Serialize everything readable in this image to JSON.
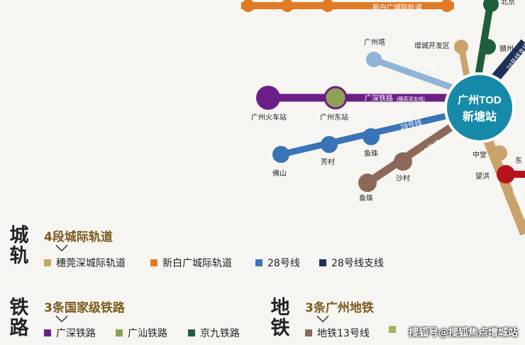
{
  "map": {
    "hub": {
      "line1": "广州TOD",
      "line2": "新塘站"
    },
    "line_labels": {
      "xinbai": "新白广城际轨道",
      "l20": "20号线",
      "guangshen": "广深铁路",
      "guangshen_sub": "(穗莞深支线)",
      "l28": "28号线",
      "l13": "13号线",
      "l28_branch": "28号线支线",
      "suiguanshen": "穗莞深城际"
    },
    "stations": {
      "beijing": "北京",
      "ganzhou": "赣州",
      "guangzhou_ta": "广州塔",
      "zengcheng_kfq": "增城开发区",
      "guangzhou_huochezhan": "广州火车站",
      "guangzhou_dongzhan": "广州东站",
      "yuzhu_28": "鱼珠",
      "foshan": "佛山",
      "fangcun": "芳村",
      "shacun": "沙村",
      "yuzhu_13": "鱼珠",
      "zhongtang": "中堂",
      "wanghong": "望洪",
      "dong": "东"
    },
    "colors": {
      "orange": "#e07a25",
      "tan": "#c9a36b",
      "green": "#1f5e3a",
      "purple": "#6b1f86",
      "olive": "#8ca253",
      "blue": "#3a73b8",
      "brown": "#8b6857",
      "navy": "#1d3058",
      "red": "#b5141c",
      "teal": "#168aa8"
    }
  },
  "legend": {
    "intercity": {
      "label": "城轨",
      "heading": "4段城际轨道",
      "items": [
        {
          "name": "穗莞深城际轨道",
          "color": "#c9a36b"
        },
        {
          "name": "新白广城际轨道",
          "color": "#e07a25"
        },
        {
          "name": "28号线",
          "color": "#3a73b8"
        },
        {
          "name": "28号线支线",
          "color": "#1d3058"
        }
      ]
    },
    "railway": {
      "label": "铁路",
      "heading": "3条国家级铁路",
      "items": [
        {
          "name": "广深铁路",
          "color": "#6b1f86"
        },
        {
          "name": "广汕铁路",
          "color": "#8ca253"
        },
        {
          "name": "京九铁路",
          "color": "#1f5e3a"
        }
      ]
    },
    "metro": {
      "label": "地铁",
      "heading": "3条广州地铁",
      "items": [
        {
          "name": "地铁13号线",
          "color": "#8b6857"
        },
        {
          "name": "",
          "color": "#a6b35c"
        }
      ]
    }
  },
  "watermark": "搜狐号@搜狐焦点增城站"
}
